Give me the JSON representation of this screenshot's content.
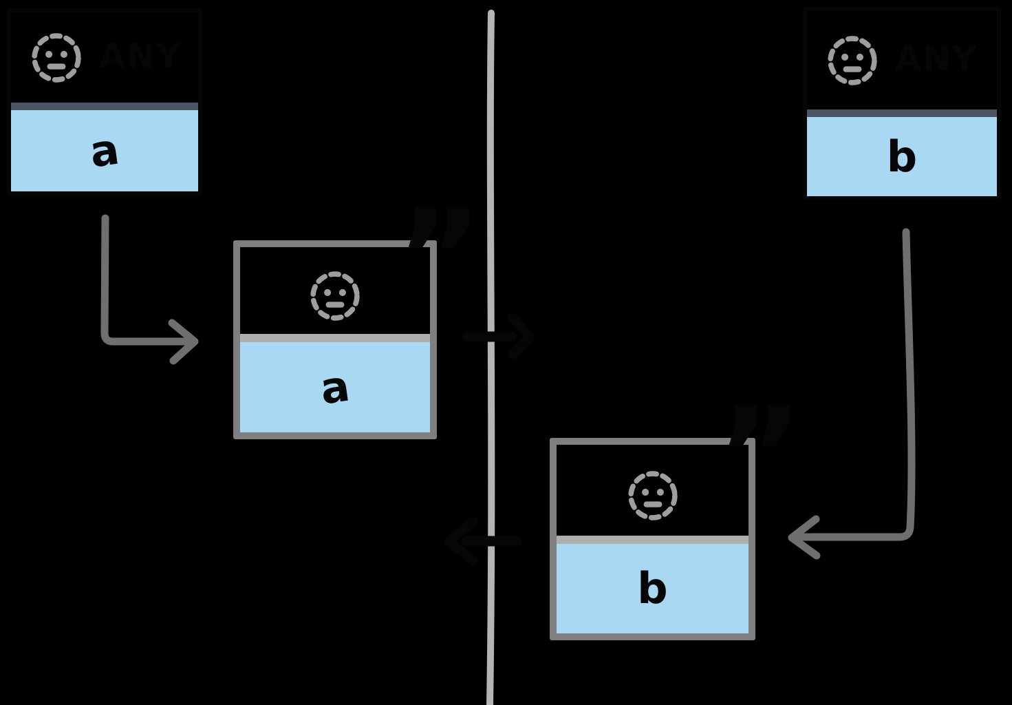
{
  "colors": {
    "background": "#000000",
    "card-blue": "#a9d8f2",
    "slate-divider": "#4d5464",
    "light-divider": "#aeaeae",
    "proc-border": "#7f7f7f",
    "barrier-gray": "#b4b4b4",
    "arrow-gray": "#6f6f6f",
    "smiley-gray": "#9e9e9e",
    "ink": "#060606"
  },
  "icons": {
    "any_face": "dashed-smiley-face"
  },
  "cards": {
    "source_a": {
      "badge": "ANY",
      "letter": "a"
    },
    "source_b": {
      "badge": "ANY",
      "letter": "b"
    },
    "instance_a": {
      "letter": "a",
      "quote": "”"
    },
    "instance_b": {
      "letter": "b",
      "quote": "”"
    }
  }
}
